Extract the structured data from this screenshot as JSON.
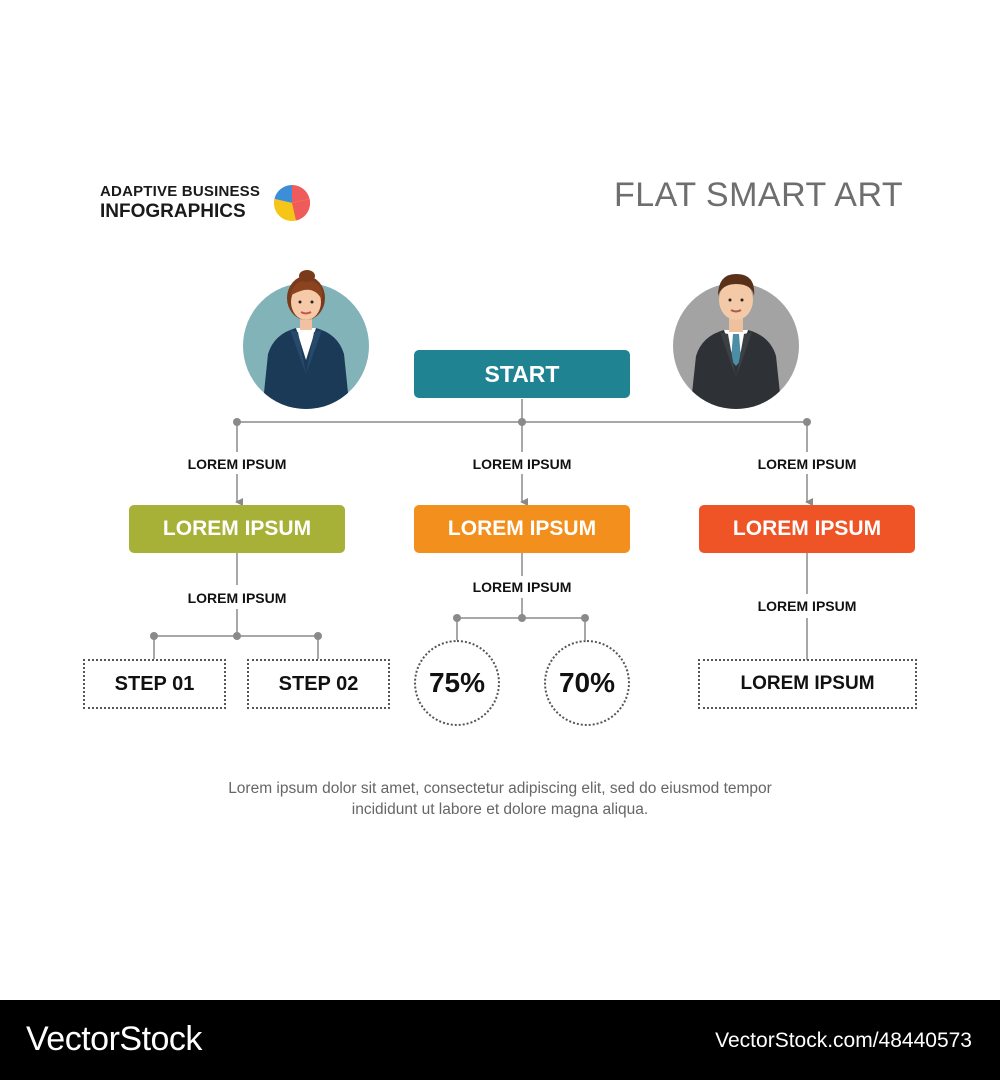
{
  "header": {
    "brand_line1": "ADAPTIVE BUSINESS",
    "brand_line2": "INFOGRAPHICS",
    "title": "FLAT SMART ART"
  },
  "diagram": {
    "start": "START",
    "branch_labels": [
      "LOREM IPSUM",
      "LOREM IPSUM",
      "LOREM IPSUM"
    ],
    "boxes": [
      "LOREM IPSUM",
      "LOREM IPSUM",
      "LOREM IPSUM"
    ],
    "sub_labels": [
      "LOREM IPSUM",
      "LOREM IPSUM",
      "LOREM IPSUM"
    ],
    "steps": [
      "STEP 01",
      "STEP 02"
    ],
    "percents": [
      "75%",
      "70%"
    ],
    "right_result": "LOREM IPSUM"
  },
  "description": {
    "line1": "Lorem ipsum dolor sit amet, consectetur adipiscing elit, sed do eiusmod tempor",
    "line2": "incididunt ut labore et dolore magna aliqua."
  },
  "watermark": {
    "left": "VectorStock",
    "right": "VectorStock.com/48440573"
  },
  "colors": {
    "start": "#1f8391",
    "green": "#a7b137",
    "orange": "#f3901d",
    "red": "#ee5425",
    "connector": "#8a8a8a"
  },
  "icons": [
    "pie-chart-icon",
    "businesswoman-avatar-icon",
    "businessman-avatar-icon"
  ]
}
